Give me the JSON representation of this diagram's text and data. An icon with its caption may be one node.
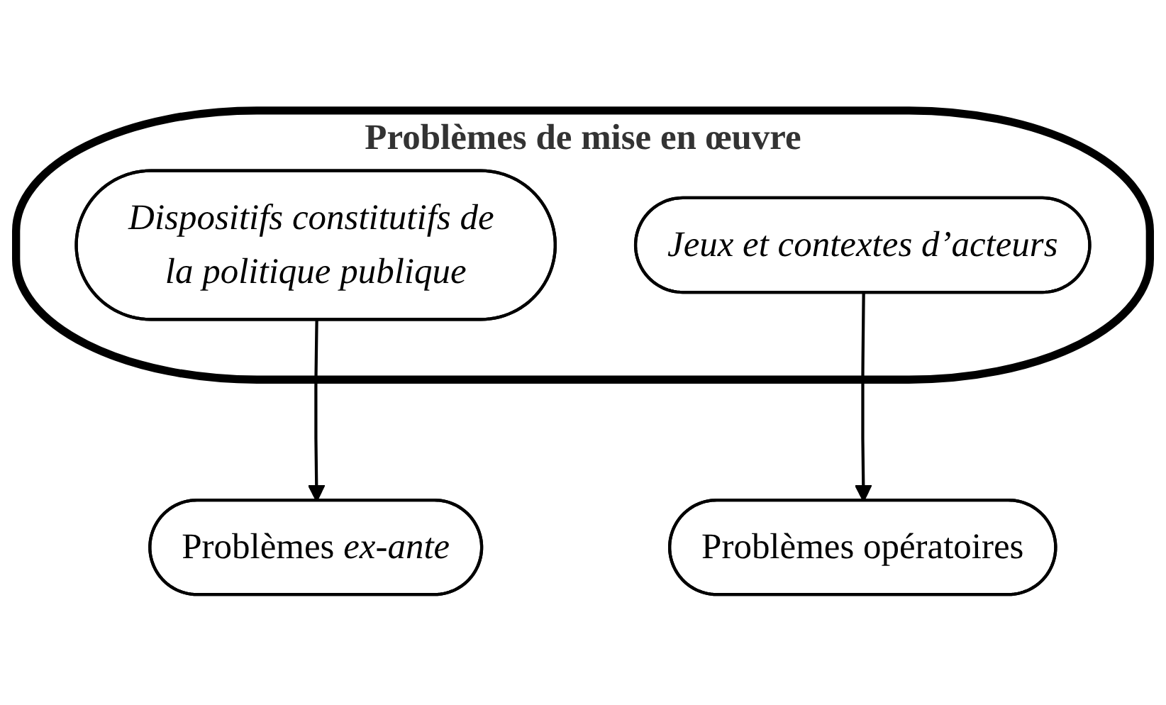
{
  "diagram": {
    "nodes": [
      {
        "text": [
          "Problèmes de mise en œuvre"
        ]
      },
      {
        "text": [
          "Dispositifs constitutifs de la politique publique"
        ],
        "in": 0
      },
      {
        "text": [
          "Jeux et contextes d’acteurs"
        ],
        "in": 0
      },
      {
        "text": [
          "Problèmes *ex-ante*"
        ]
      },
      {
        "text": [
          "Problèmes opératoires"
        ]
      }
    ],
    "edges": [
      {
        "from": 1,
        "to": 3,
        "arrow": "to"
      },
      {
        "from": 2,
        "to": 4,
        "arrow": "to"
      }
    ]
  }
}
